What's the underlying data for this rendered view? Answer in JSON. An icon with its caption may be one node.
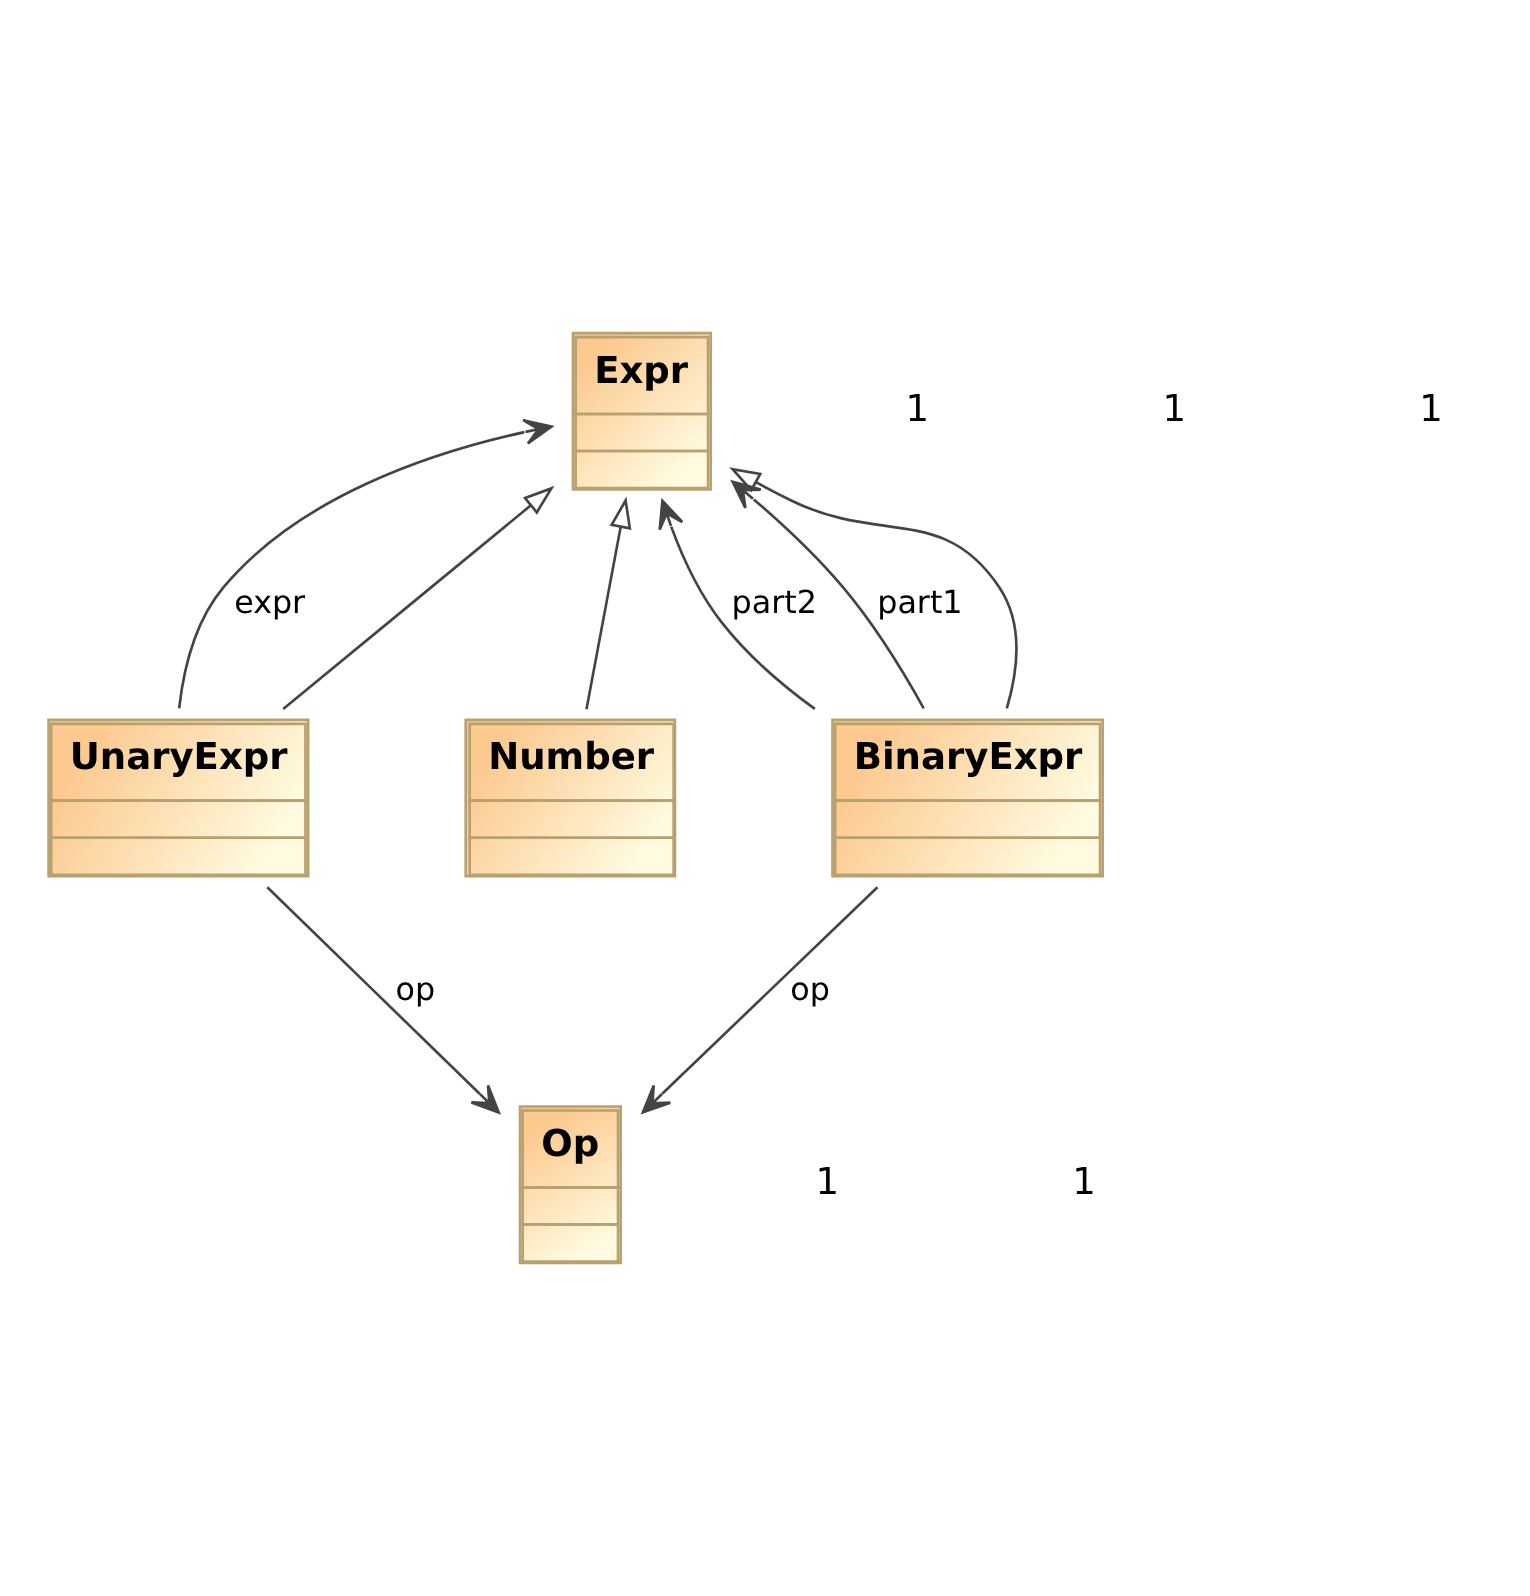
{
  "diagram": {
    "nodes": [
      {
        "text": [
          "Expr"
        ]
      },
      {
        "text": [
          "UnaryExpr"
        ]
      },
      {
        "text": [
          "Number"
        ]
      },
      {
        "text": [
          "BinaryExpr"
        ]
      },
      {
        "text": [
          "Op"
        ]
      }
    ],
    "edges": [
      {
        "from": 1,
        "to": 0,
        "arrow": "to",
        "label": "expr"
      },
      {
        "from": 3,
        "to": 0,
        "arrow": "to",
        "label": "part2"
      },
      {
        "from": 3,
        "to": 0,
        "arrow": "to",
        "label": "part1"
      },
      {
        "from": 1,
        "to": 0,
        "arrow": "to"
      },
      {
        "from": 2,
        "to": 0,
        "arrow": "to"
      },
      {
        "from": 3,
        "to": 0,
        "arrow": "to"
      },
      {
        "from": 3,
        "to": 4,
        "arrow": "to",
        "label": "op"
      },
      {
        "from": 1,
        "to": 4,
        "arrow": "to",
        "label": "op"
      }
    ],
    "labels": [
      "1",
      "1",
      "1",
      "1",
      "1"
    ]
  }
}
